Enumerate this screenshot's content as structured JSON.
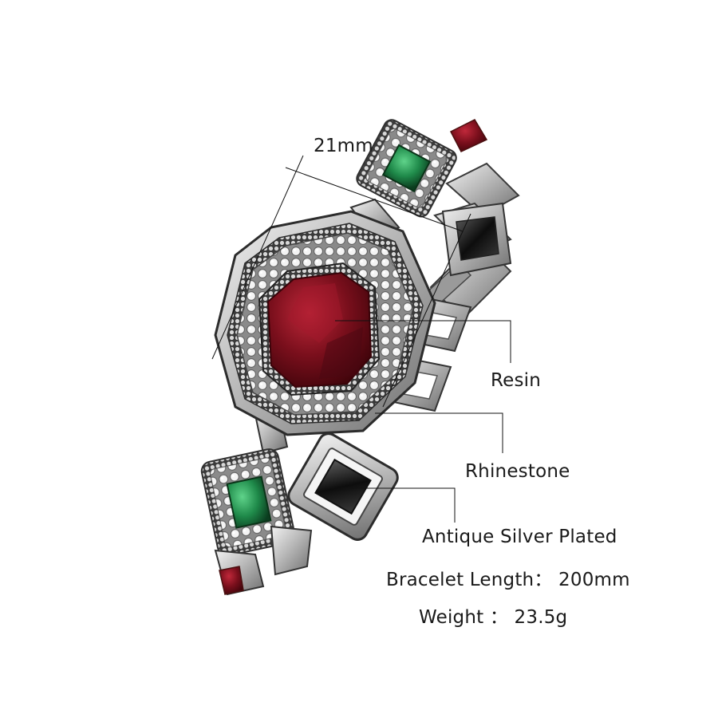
{
  "annotations": {
    "width_dimension": "21mm",
    "material_stone": "Resin",
    "material_accent": "Rhinestone",
    "finish": "Antique Silver Plated"
  },
  "specs": {
    "length": "Bracelet Length： 200mm",
    "weight": "Weight ： 23.5g"
  },
  "colors": {
    "main_stone": "#7a0f1c",
    "accent_stone": "#1f8a4a",
    "metal": "#c9c9c9",
    "metal_dark": "#4a4a4a",
    "line": "#111111"
  }
}
